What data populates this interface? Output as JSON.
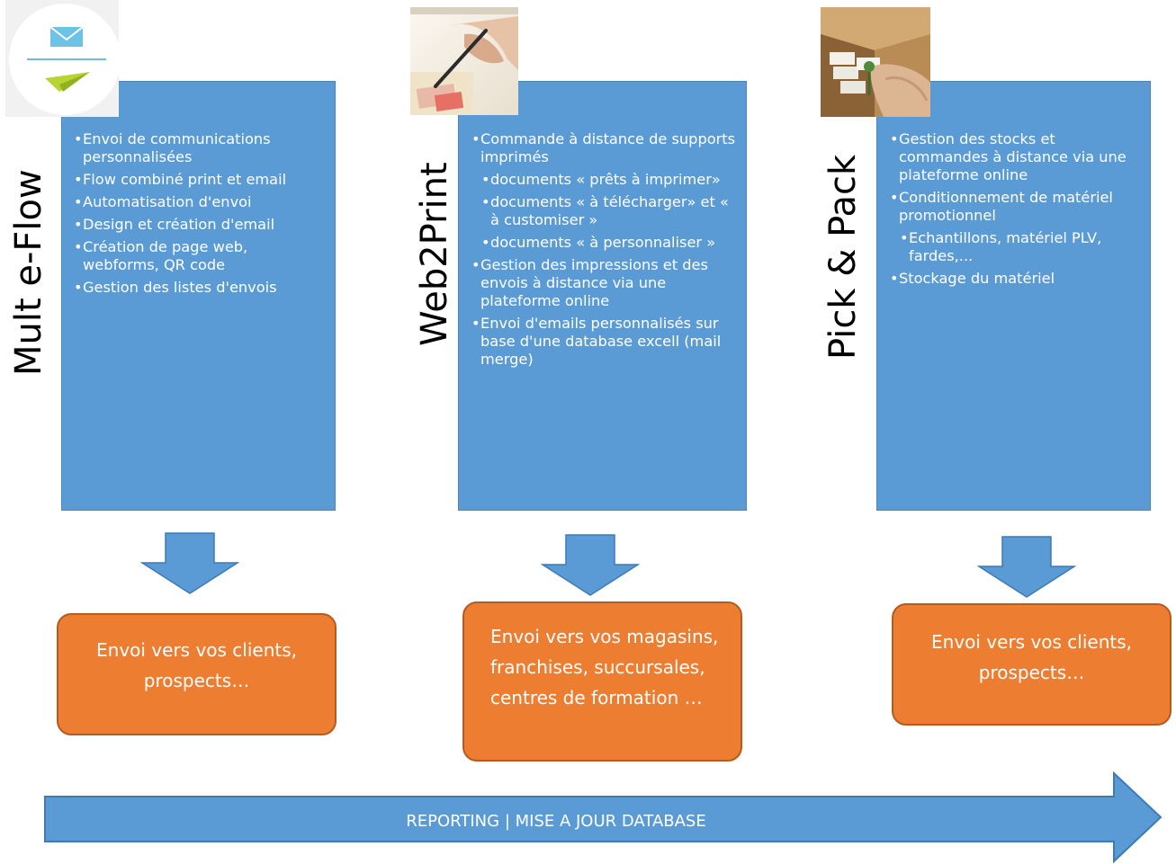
{
  "columns": [
    {
      "title": "Mult e-Flow",
      "icon": "email-paperplane-icon",
      "items": [
        {
          "text": "Envoi  de communications personnalisées",
          "level": 1
        },
        {
          "text": "Flow combiné print et email",
          "level": 1
        },
        {
          "text": "Automatisation d'envoi",
          "level": 1
        },
        {
          "text": "Design et création d'email",
          "level": 1
        },
        {
          "text": "Création de page web, webforms, QR code",
          "level": 1
        },
        {
          "text": "Gestion des listes d'envois",
          "level": 1
        }
      ],
      "outcome": "Envoi vers vos clients, prospects…"
    },
    {
      "title": "Web2Print",
      "icon": "writing-hand-photo",
      "items": [
        {
          "text": "Commande à distance de supports imprimés",
          "level": 1
        },
        {
          "text": "documents « prêts à imprimer»",
          "level": 2
        },
        {
          "text": "documents « à télécharger» et « à customiser »",
          "level": 2
        },
        {
          "text": "documents « à personnaliser »",
          "level": 2
        },
        {
          "text": " Gestion des impressions et des envois à distance via une plateforme online",
          "level": 1
        },
        {
          "text": "Envoi d'emails personnalisés sur base d'une database excell (mail merge)",
          "level": 1
        }
      ],
      "outcome": "Envoi vers vos magasins, franchises, succursales, centres de formation …"
    },
    {
      "title": "Pick & Pack",
      "icon": "packing-box-photo",
      "items": [
        {
          "text": "Gestion des stocks et commandes à distance via une plateforme online",
          "level": 1
        },
        {
          "text": "Conditionnement de matériel promotionnel",
          "level": 1
        },
        {
          "text": "Echantillons, matériel PLV, fardes,...",
          "level": 2
        },
        {
          "text": "Stockage du matériel",
          "level": 1
        }
      ],
      "outcome": "Envoi vers vos clients, prospects…"
    }
  ],
  "footer_arrow": {
    "label": "REPORTING | MISE A JOUR DATABASE"
  },
  "colors": {
    "panel": "#5b9bd5",
    "outcome": "#ed7d31",
    "text_on_color": "#ffffff"
  }
}
